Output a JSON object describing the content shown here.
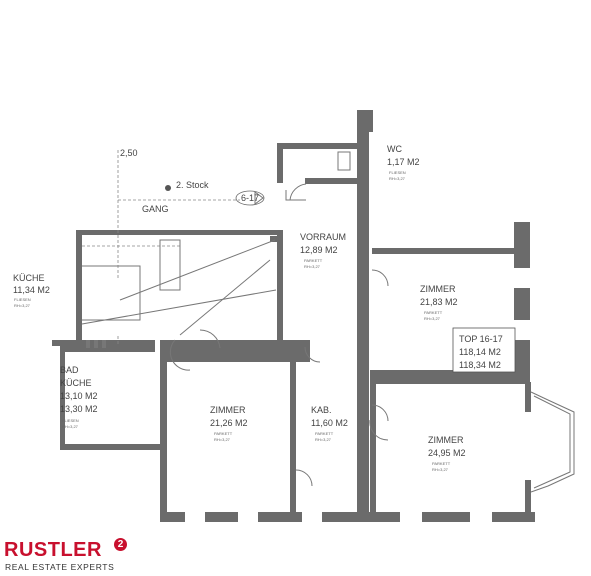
{
  "rooms": {
    "wc": {
      "name": "WC",
      "area": "1,17 M2",
      "floor": "FLIESEN",
      "height": "RH=3,27"
    },
    "gang": {
      "name": "GANG",
      "stair": "2. Stock",
      "door_tag": "6-17"
    },
    "vorraum": {
      "name": "VORRAUM",
      "area": "12,89 M2",
      "floor": "PARKETT",
      "height": "RH=3,27"
    },
    "kueche": {
      "name": "KÜCHE",
      "area": "11,34 M2",
      "floor": "FLIESEN",
      "height": "RH=3,27"
    },
    "zimmer1": {
      "name": "ZIMMER",
      "area": "21,83 M2",
      "floor": "PARKETT",
      "height": "RH=3,27"
    },
    "top": {
      "label": "TOP 16-17",
      "area1": "118,14 M2",
      "area2": "118,34 M2"
    },
    "bad": {
      "name1": "BAD",
      "name2": "KÜCHE",
      "area1": "13,10 M2",
      "area2": "13,30 M2",
      "floor": "FLIESEN",
      "height": "RH=3,27"
    },
    "zimmer2": {
      "name": "ZIMMER",
      "area": "21,26 M2",
      "floor": "PARKETT",
      "height": "RH=3,27"
    },
    "kab": {
      "name": "KAB.",
      "area": "11,60 M2",
      "floor": "PARKETT",
      "height": "RH=3,27"
    },
    "zimmer3": {
      "name": "ZIMMER",
      "area": "24,95 M2",
      "floor": "PARKETT",
      "height": "RH=3,27"
    }
  },
  "dimension_note": "2,50",
  "logo": {
    "name": "RUSTLER",
    "superscript": "2",
    "tagline": "REAL ESTATE EXPERTS",
    "color": "#c8102e"
  }
}
